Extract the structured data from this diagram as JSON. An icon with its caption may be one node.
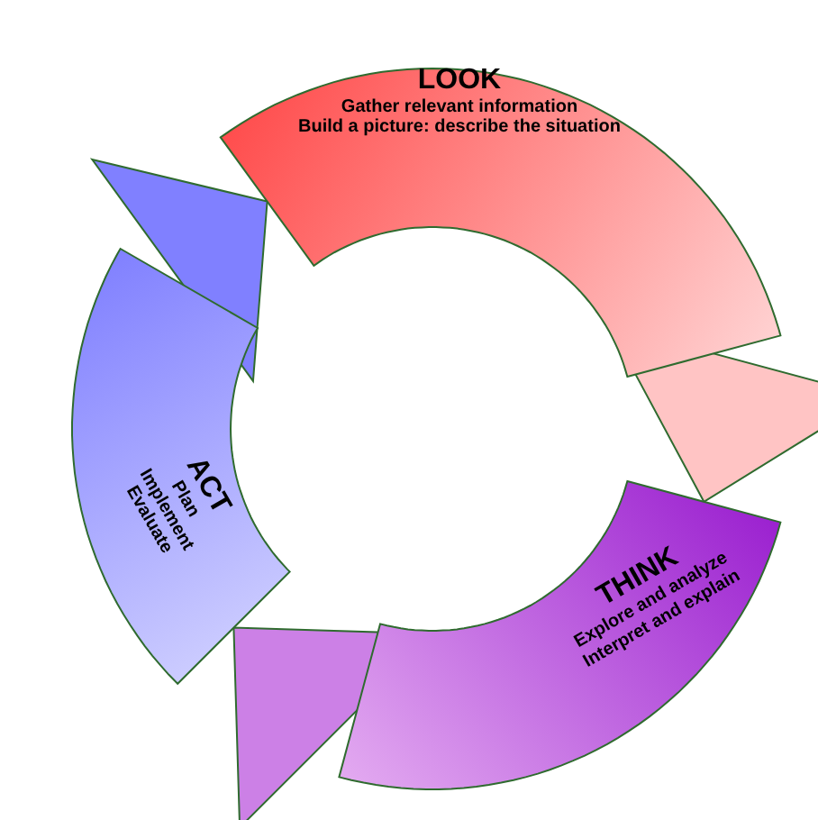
{
  "diagram": {
    "nodes": [
      {
        "text": [
          "LOOK",
          "Gather relevant information",
          "Build a picture: describe the situation"
        ]
      },
      {
        "text": [
          "THINK",
          "Explore and analyze",
          "Interpret and explain"
        ]
      },
      {
        "text": [
          "ACT",
          "Plan",
          "Implement",
          "Evaluate"
        ]
      }
    ],
    "edges": [
      {
        "from": 0,
        "to": 1,
        "arrow": "to"
      },
      {
        "from": 1,
        "to": 2,
        "arrow": "to"
      },
      {
        "from": 2,
        "to": 0,
        "arrow": "to"
      }
    ]
  }
}
